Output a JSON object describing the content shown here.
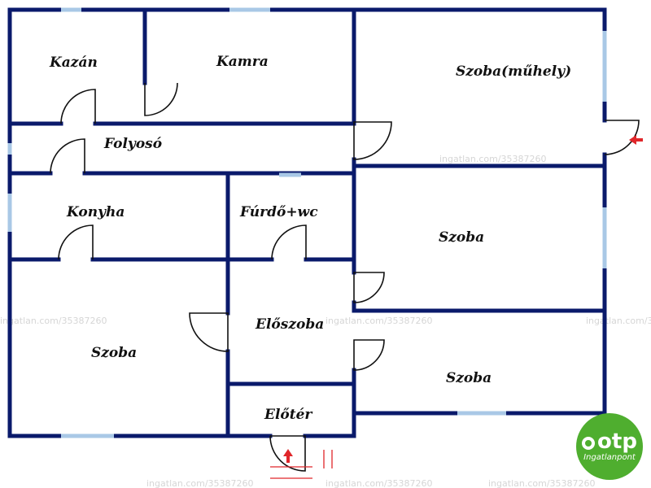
{
  "rooms": {
    "kazan": "Kazán",
    "kamra": "Kamra",
    "szoba_muhely": "Szoba(műhely)",
    "folyoso": "Folyosó",
    "konyha": "Konyha",
    "furdo": "Fúrdő+wc",
    "szoba_right_mid": "Szoba",
    "szoba_left": "Szoba",
    "eloszoba": "Előszoba",
    "szoba_right_bottom": "Szoba",
    "eloter": "Előtér"
  },
  "watermark": "ingatlan.com/35387260",
  "logo": {
    "brand": "otp",
    "sub": "Ingatlanpont",
    "color": "#4fae2f"
  },
  "colors": {
    "wall": "#0a1a6b",
    "window": "#a9c8e6",
    "entry_arrow": "#e0262a"
  }
}
